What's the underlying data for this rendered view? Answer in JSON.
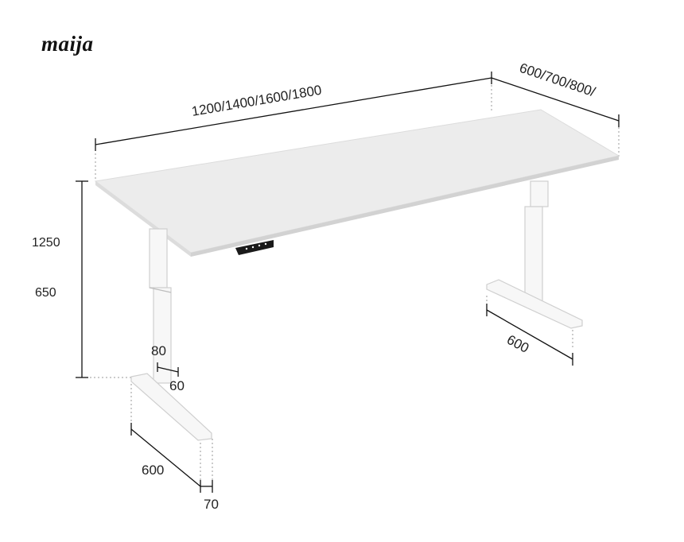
{
  "brand": "maija",
  "dimensions": {
    "length": "1200/1400/1600/1800",
    "depth": "600/700/800/",
    "height_max": "1250",
    "height_min": "650",
    "column_width": "80",
    "column_depth": "60",
    "foot_length_left": "600",
    "foot_length_right": "600",
    "foot_width": "70"
  },
  "colors": {
    "tabletop": "#ececec",
    "tabletop_edge": "#d6d6d6",
    "frame": "#f7f7f7",
    "frame_outline": "#cfcfcf",
    "dimension_line": "#111111",
    "control_panel": "#1a1a1a"
  }
}
